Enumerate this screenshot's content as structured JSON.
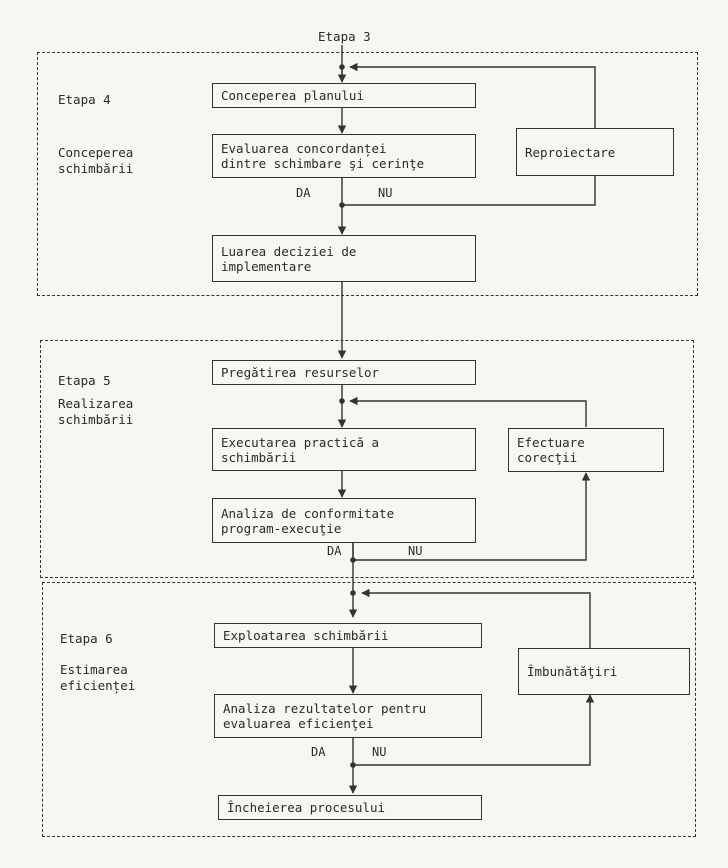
{
  "top_label": "Etapa 3",
  "stages": [
    {
      "title": "Etapa 4",
      "subtitle": "Conceperea\nschimbării"
    },
    {
      "title": "Etapa 5",
      "subtitle": "Realizarea\nschimbării"
    },
    {
      "title": "Etapa 6",
      "subtitle": "Estimarea\neficienței"
    }
  ],
  "boxes": {
    "conceperea_planului": "Conceperea planului",
    "evaluarea": "Evaluarea concordanței\ndintre schimbare şi cerinţe",
    "reproiectare": "Reproiectare",
    "luarea_deciziei": "Luarea deciziei de\nimplementare",
    "pregatirea": "Pregătirea resurselor",
    "executarea": "Executarea practică a\nschimbării",
    "efectuare_corectii": "Efectuare\ncorecţii",
    "analiza_conformitate": "Analiza de conformitate\nprogram-execuţie",
    "exploatarea": "Exploatarea schimbării",
    "imbunatatiri": "Îmbunătăţiri",
    "analiza_rezultatelor": "Analiza rezultatelor pentru\nevaluarea eficienţei",
    "incheierea": "Încheierea procesului"
  },
  "decisions": {
    "yes": "DA",
    "no": "NU"
  }
}
